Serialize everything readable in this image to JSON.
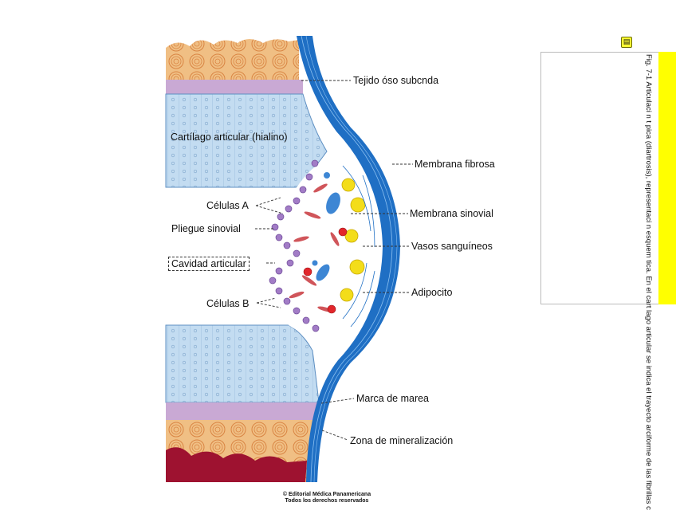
{
  "figure": {
    "labels": {
      "tejido_oseo": "Tejido óso subcnda",
      "cartilago": "Cartílago articular (hialino)",
      "membrana_fibrosa": "Membrana fibrosa",
      "celulas_a": "Células A",
      "membrana_sinovial": "Membrana sinovial",
      "pliegue_sinovial": "Pliegue sinovial",
      "vasos": "Vasos sanguíneos",
      "cavidad": "Cavidad articular",
      "adipocito": "Adipocito",
      "celulas_b": "Células B",
      "marca_marea": "Marca de marea",
      "zona_mineralizacion": "Zona de mineralización"
    },
    "copyright": {
      "line1": "© Editorial Médica Panamericana",
      "line2": "Todos los derechos reservados"
    },
    "colors": {
      "bone": "#f2c48a",
      "bone_dark": "#d98a4a",
      "marrow": "#9e1230",
      "cartilage": "#bcd6ee",
      "capsule": "#1f6fc4",
      "tidemark_zone": "#c9a9d4",
      "synovial_cells": "#a27cc6",
      "adipocyte": "#f3dd1a",
      "vessel_red": "#e2262b",
      "fibroblast": "#d0555a"
    }
  },
  "note": {
    "icon": "comment-note-icon",
    "caption": "Fig. 7-1 Articulaci n t pica (diartrosis), representaci n esquem tica. En el cart lago articular se indica el trayecto arciforme de las fibrillas c"
  }
}
